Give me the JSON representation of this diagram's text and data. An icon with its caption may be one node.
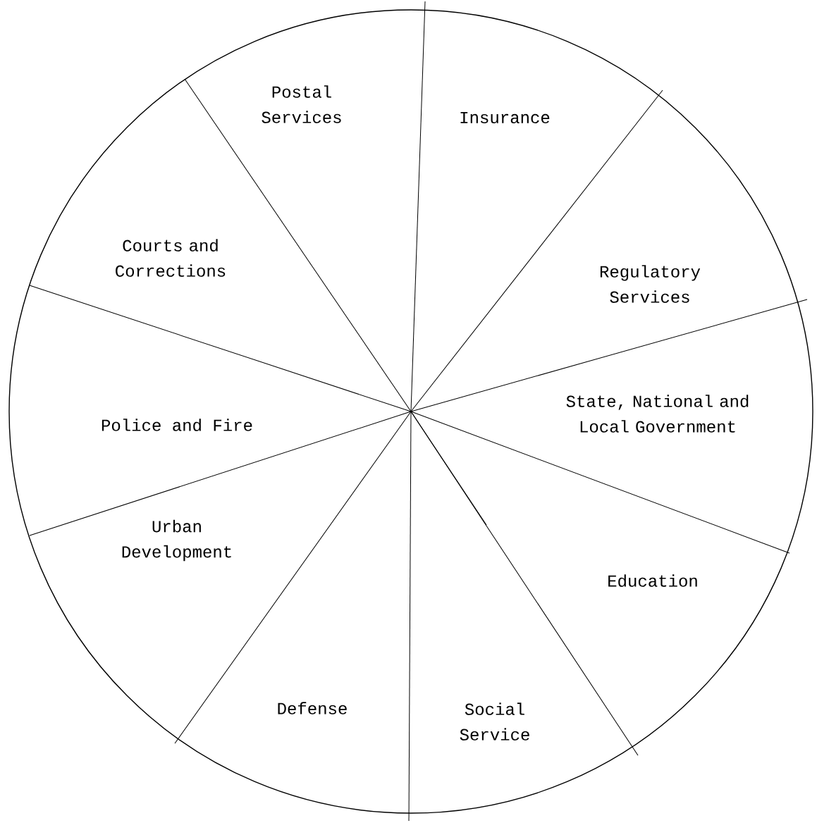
{
  "diagram": {
    "labels": [
      "Postal Services",
      "Insurance",
      "Courts and Corrections",
      "Regulatory Services",
      "Police and Fire",
      "State, National and Local Government",
      "Urban Development",
      "Education",
      "Defense",
      "Social Service"
    ]
  }
}
